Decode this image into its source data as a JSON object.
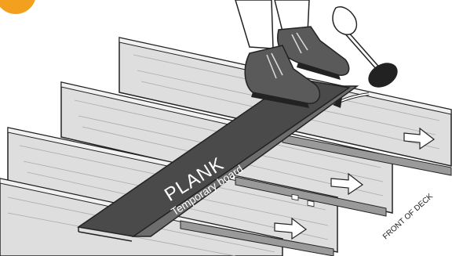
{
  "labels": {
    "plank": "PLANK",
    "temporary_board": "Temporary board",
    "front_of_deck": "FRONT OF DECK"
  },
  "colors": {
    "plank": "#4a4a4a",
    "temporary_board": "#6d6d6d",
    "joist": "#dcdcdc",
    "outline": "#222222",
    "callout_badge": "#f2a01d"
  },
  "icons": [
    "hammer-icon",
    "work-boot-icon",
    "arrow-icon",
    "deck-clip-icon"
  ]
}
